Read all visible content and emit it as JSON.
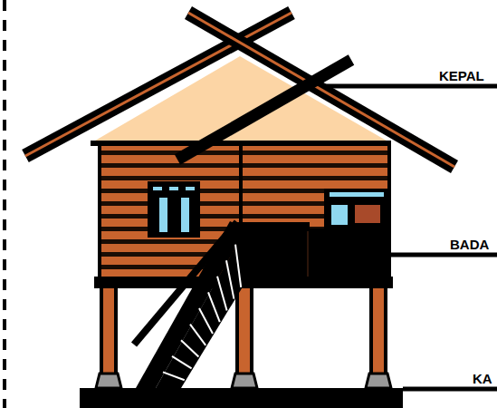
{
  "diagram": {
    "labels": [
      "KEPAL",
      "BADA",
      "KA"
    ]
  }
}
